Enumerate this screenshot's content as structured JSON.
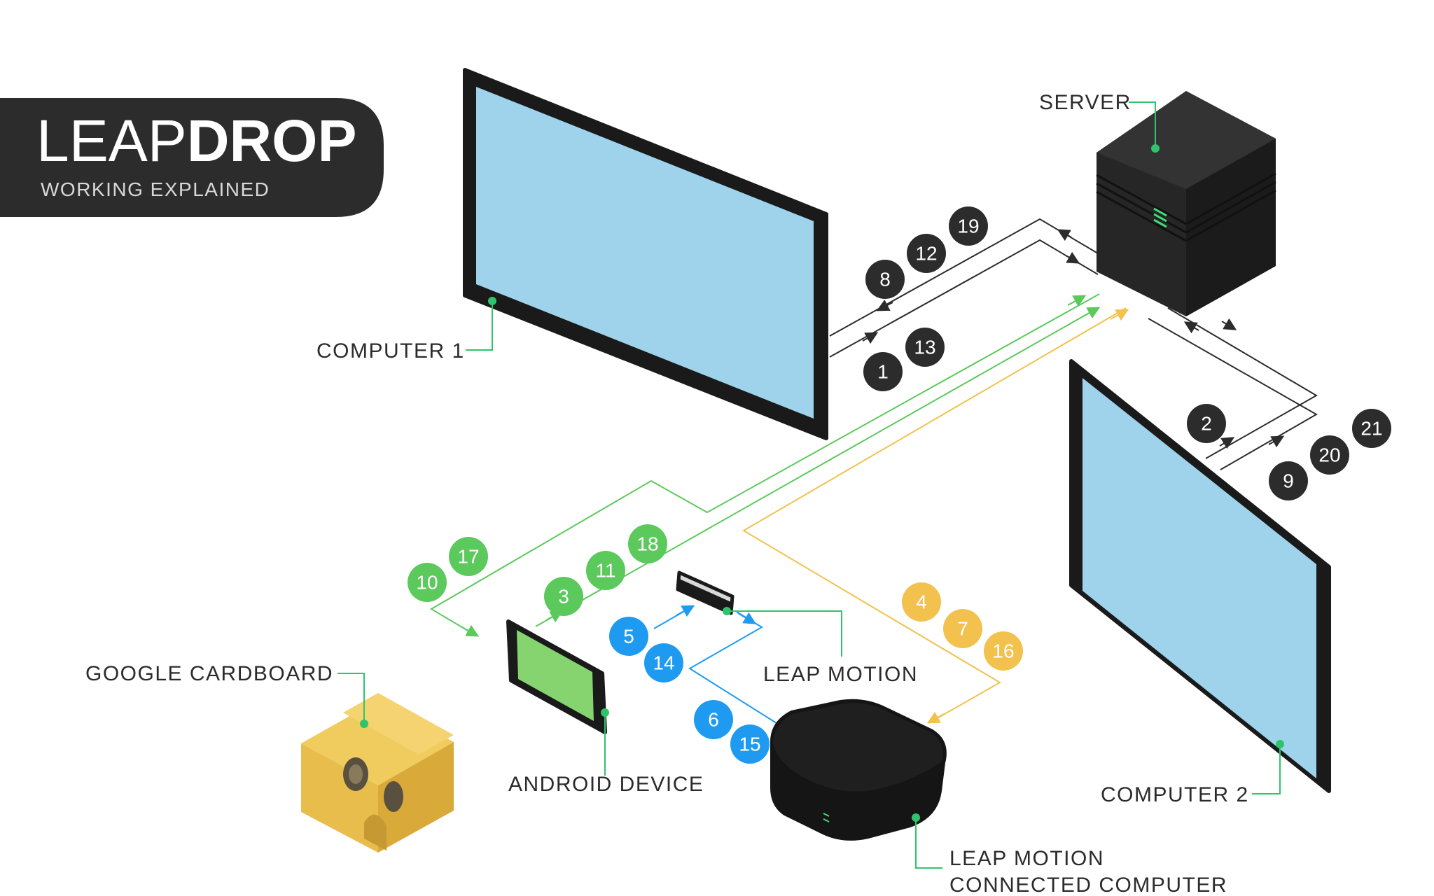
{
  "title": {
    "light": "LEAP",
    "bold": "DROP",
    "subtitle": "WORKING EXPLAINED"
  },
  "labels": {
    "computer1": "COMPUTER 1",
    "server": "SERVER",
    "computer2": "COMPUTER 2",
    "google_cardboard": "GOOGLE CARDBOARD",
    "android_device": "ANDROID DEVICE",
    "leap_motion": "LEAP MOTION",
    "lm_computer_line1": "LEAP MOTION",
    "lm_computer_line2": "CONNECTED COMPUTER"
  },
  "colors": {
    "dark_badge": "#2c2c2c",
    "green": "#5cc95c",
    "blue": "#1e9bf0",
    "yellow": "#f2c14e",
    "screen": "#9fd3ec",
    "leader_green": "#2fc46b"
  },
  "steps": {
    "s1": "1",
    "s2": "2",
    "s3": "3",
    "s4": "4",
    "s5": "5",
    "s6": "6",
    "s7": "7",
    "s8": "8",
    "s9": "9",
    "s10": "10",
    "s11": "11",
    "s12": "12",
    "s13": "13",
    "s14": "14",
    "s15": "15",
    "s16": "16",
    "s17": "17",
    "s18": "18",
    "s19": "19",
    "s20": "20",
    "s21": "21"
  }
}
